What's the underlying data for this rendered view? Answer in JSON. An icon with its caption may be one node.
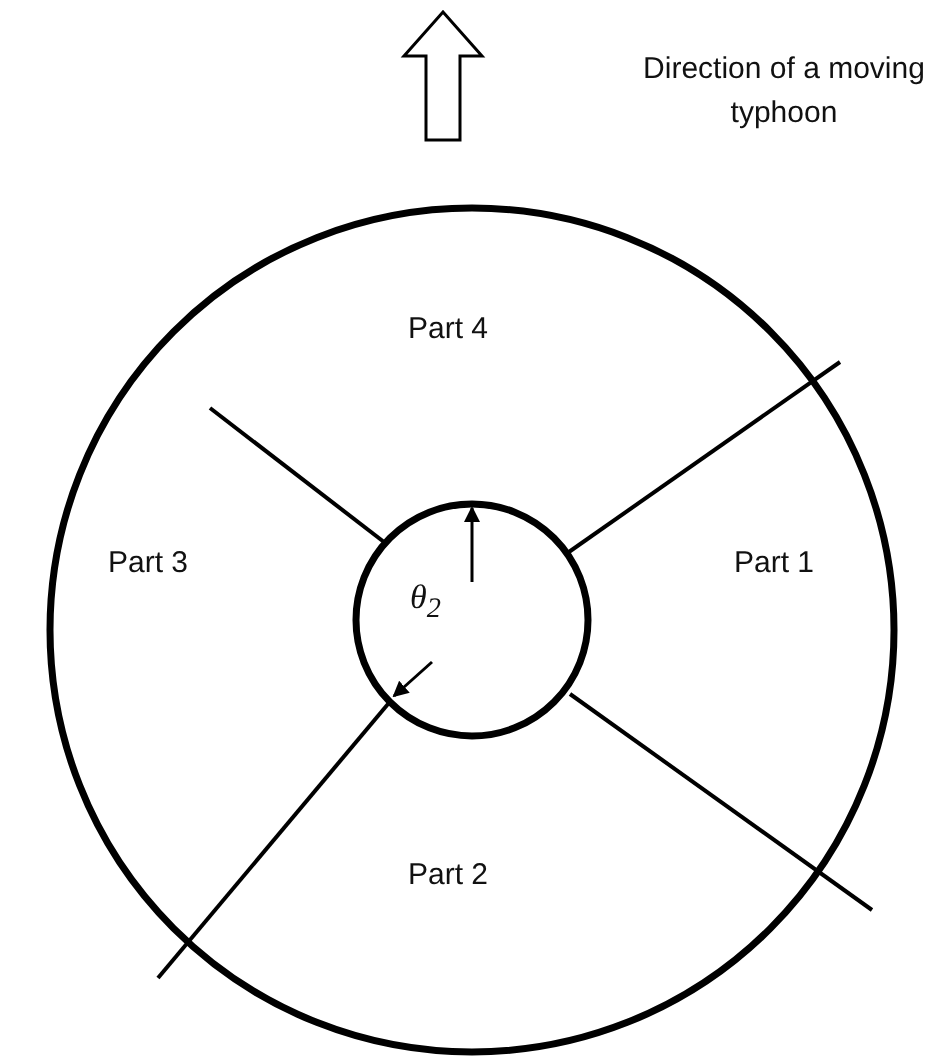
{
  "diagram": {
    "labels": [
      "Direction of a moving typhoon",
      "Part 4",
      "Part 3",
      "Part 1",
      "Part 2",
      "θ$_{2}$"
    ]
  }
}
